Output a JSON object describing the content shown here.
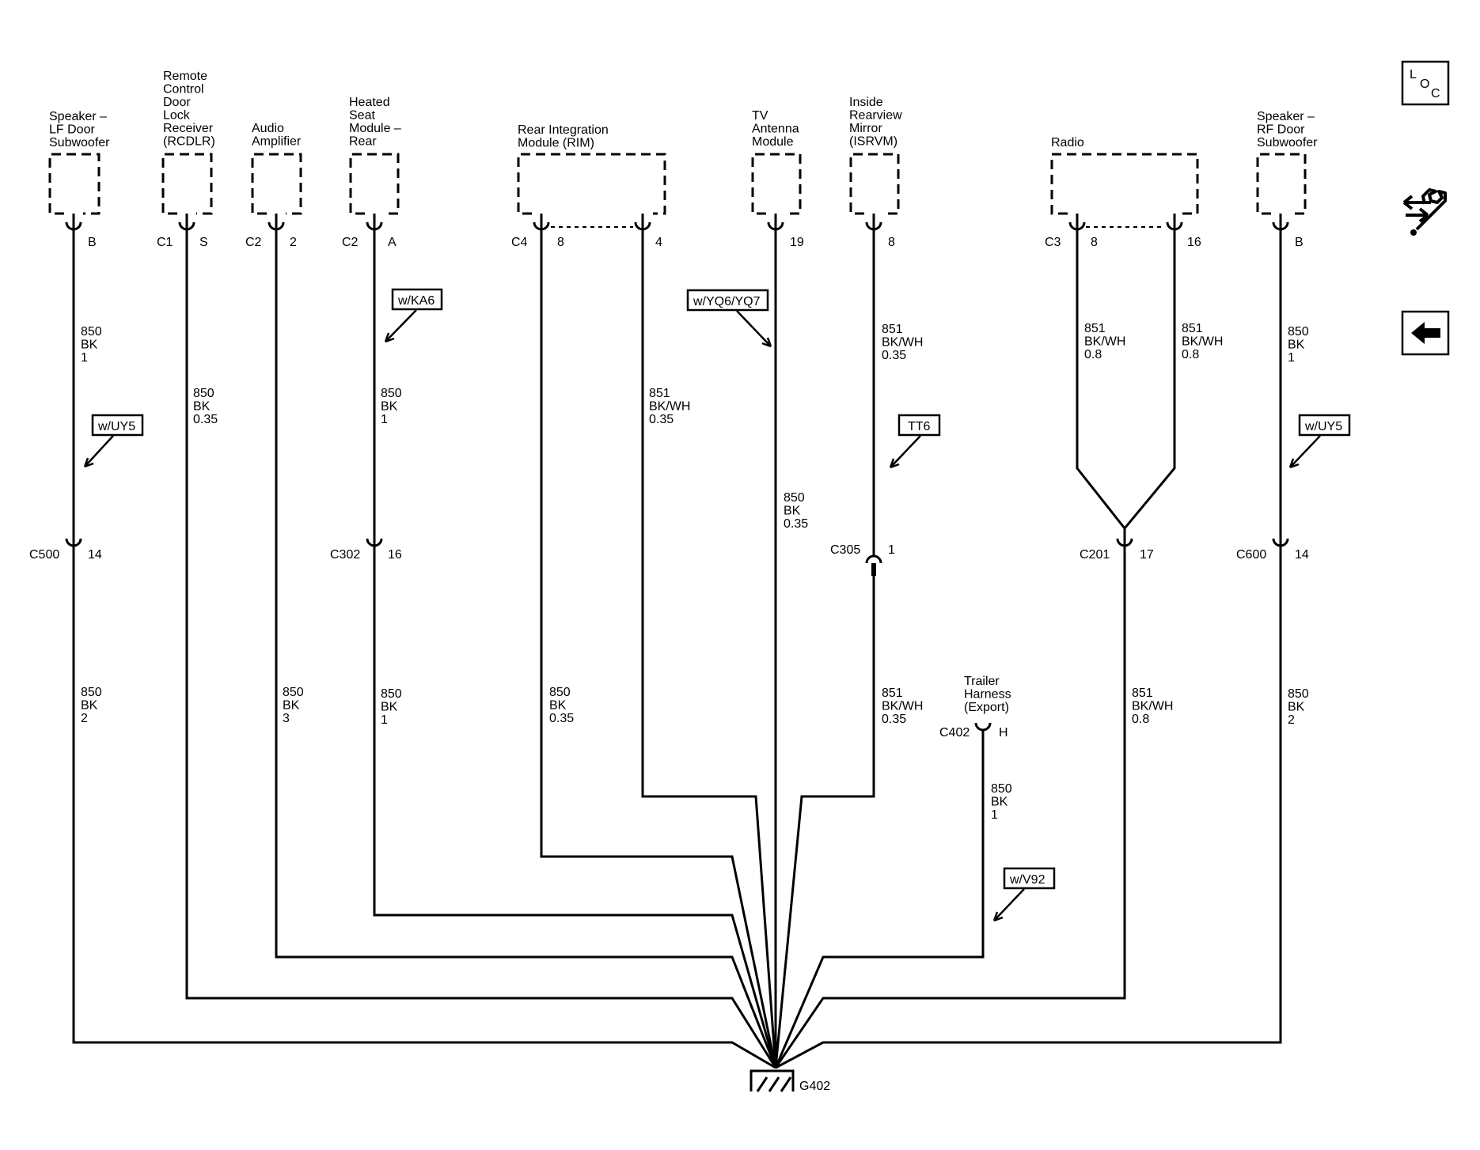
{
  "modules": {
    "lf_sub": [
      "Speaker –",
      "LF Door",
      "Subwoofer"
    ],
    "rcdlr": [
      "Remote",
      "Control",
      "Door",
      "Lock",
      "Receiver",
      "(RCDLR)"
    ],
    "amp": [
      "Audio",
      "Amplifier"
    ],
    "seat": [
      "Heated",
      "Seat",
      "Module –",
      "Rear"
    ],
    "rim": [
      "Rear Integration",
      "Module (RIM)"
    ],
    "tv": [
      "TV",
      "Antenna",
      "Module"
    ],
    "mirror": [
      "Inside",
      "Rearview",
      "Mirror",
      "(ISRVM)"
    ],
    "radio": [
      "Radio"
    ],
    "rf_sub": [
      "Speaker –",
      "RF Door",
      "Subwoofer"
    ],
    "trailer": [
      "Trailer",
      "Harness",
      "(Export)"
    ]
  },
  "pins": {
    "lf_sub": {
      "pin": "B"
    },
    "rcdlr": {
      "conn": "C1",
      "pin": "S"
    },
    "amp": {
      "conn": "C2",
      "pin": "2"
    },
    "seat": {
      "conn": "C2",
      "pin": "A"
    },
    "rim_a": {
      "conn": "C4",
      "pin": "8"
    },
    "rim_b": {
      "pin": "4"
    },
    "tv": {
      "pin": "19"
    },
    "mirror": {
      "pin": "8"
    },
    "radio_a": {
      "conn": "C3",
      "pin": "8"
    },
    "radio_b": {
      "pin": "16"
    },
    "rf_sub": {
      "pin": "B"
    },
    "trailer": {
      "conn": "C402",
      "pin": "H"
    }
  },
  "inline": {
    "c500": {
      "conn": "C500",
      "pin": "14"
    },
    "c302": {
      "conn": "C302",
      "pin": "16"
    },
    "c305": {
      "conn": "C305",
      "pin": "1"
    },
    "c201": {
      "conn": "C201",
      "pin": "17"
    },
    "c600": {
      "conn": "C600",
      "pin": "14"
    }
  },
  "wires": {
    "lf_up": [
      "850",
      "BK",
      "1"
    ],
    "lf_down": [
      "850",
      "BK",
      "2"
    ],
    "rcdlr": [
      "850",
      "BK",
      "0.35"
    ],
    "amp": [
      "850",
      "BK",
      "3"
    ],
    "seat_up": [
      "850",
      "BK",
      "1"
    ],
    "seat_down": [
      "850",
      "BK",
      "1"
    ],
    "rim_a": [
      "850",
      "BK",
      "0.35"
    ],
    "rim_b": [
      "851",
      "BK/WH",
      "0.35"
    ],
    "tv": [
      "850",
      "BK",
      "0.35"
    ],
    "mirror_up": [
      "851",
      "BK/WH",
      "0.35"
    ],
    "mirror_down": [
      "851",
      "BK/WH",
      "0.35"
    ],
    "radio_a": [
      "851",
      "BK/WH",
      "0.8"
    ],
    "radio_b": [
      "851",
      "BK/WH",
      "0.8"
    ],
    "radio_down": [
      "851",
      "BK/WH",
      "0.8"
    ],
    "rf_up": [
      "850",
      "BK",
      "1"
    ],
    "rf_down": [
      "850",
      "BK",
      "2"
    ],
    "trailer": [
      "850",
      "BK",
      "1"
    ]
  },
  "options": {
    "uy5_left": "w/UY5",
    "ka6": "w/KA6",
    "yq6": "w/YQ6/YQ7",
    "tt6": "TT6",
    "uy5_right": "w/UY5",
    "v92": "w/V92"
  },
  "ground": {
    "label": "G402"
  },
  "nav": {
    "loc_letters": [
      "L",
      "O",
      "C"
    ],
    "loc_icon": "loc-icon",
    "connector_icon": "connector-wrench-icon",
    "back_icon": "back-arrow-icon"
  }
}
